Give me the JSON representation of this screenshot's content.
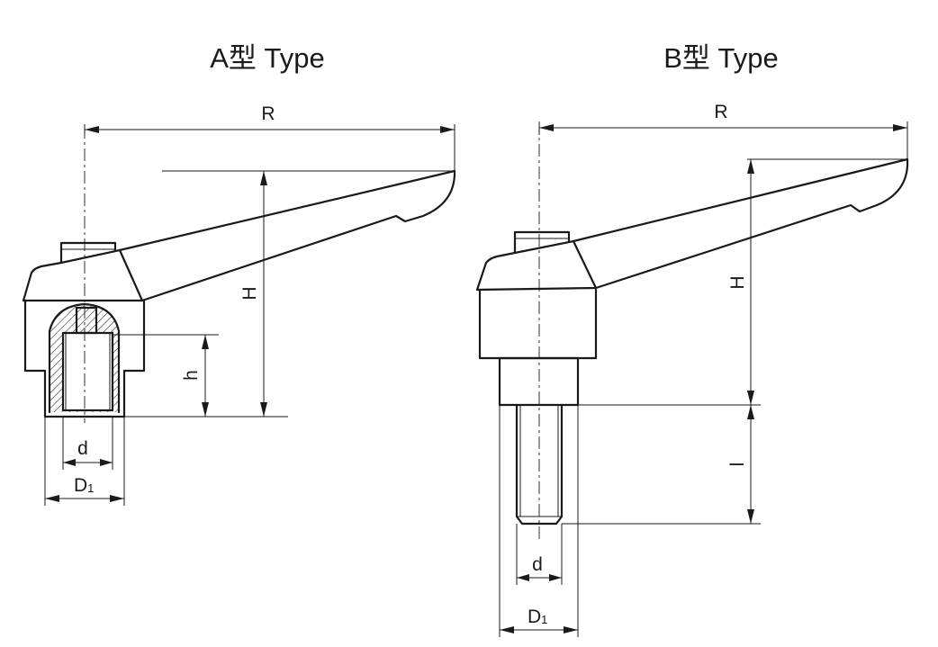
{
  "diagram": {
    "type_a": {
      "title": "A型 Type",
      "labels": {
        "R": "R",
        "H": "H",
        "h": "h",
        "d": "d",
        "D1_main": "D",
        "D1_sub": "1"
      }
    },
    "type_b": {
      "title": "B型 Type",
      "labels": {
        "R": "R",
        "H": "H",
        "l": "l",
        "d": "d",
        "D1_main": "D",
        "D1_sub": "1"
      }
    }
  }
}
